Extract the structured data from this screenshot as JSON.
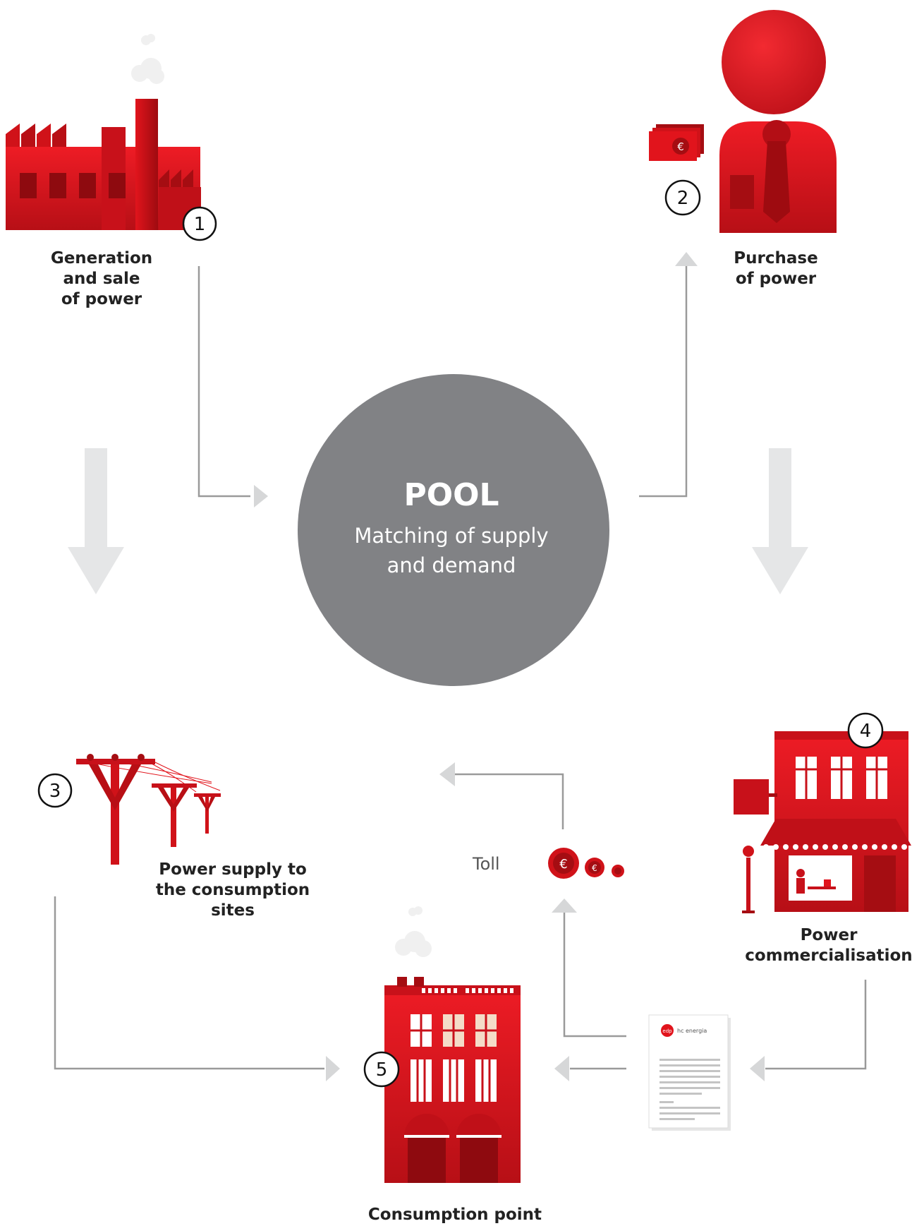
{
  "colors": {
    "brand_red": "#e1141c",
    "dark_red": "#a50d12",
    "pool_gray": "#818285",
    "arrow_gray": "#e5e6e7",
    "connector_gray": "#9a9a9a"
  },
  "steps": [
    {
      "number": "1",
      "icon": "factory-icon",
      "label": [
        "Generation",
        "and sale",
        "of power"
      ]
    },
    {
      "number": "2",
      "icon": "person-icon",
      "label": [
        "Purchase",
        "of power"
      ]
    },
    {
      "number": "3",
      "icon": "power-lines-icon",
      "label": [
        "Power supply to",
        "the consumption",
        "sites"
      ]
    },
    {
      "number": "4",
      "icon": "shop-icon",
      "label": [
        "Power",
        "commercialisation"
      ]
    },
    {
      "number": "5",
      "icon": "apartment-building-icon",
      "label": [
        "Consumption point"
      ]
    }
  ],
  "pool": {
    "title": "POOL",
    "subtitle": [
      "Matching of supply",
      "and demand"
    ]
  },
  "toll": {
    "label": "Toll",
    "icon": "euro-coins-icon"
  },
  "invoice": {
    "icon": "invoice-document-icon",
    "logo_text": "edp",
    "brand_text": "hc energia"
  },
  "money": {
    "icon": "euro-banknotes-icon"
  }
}
